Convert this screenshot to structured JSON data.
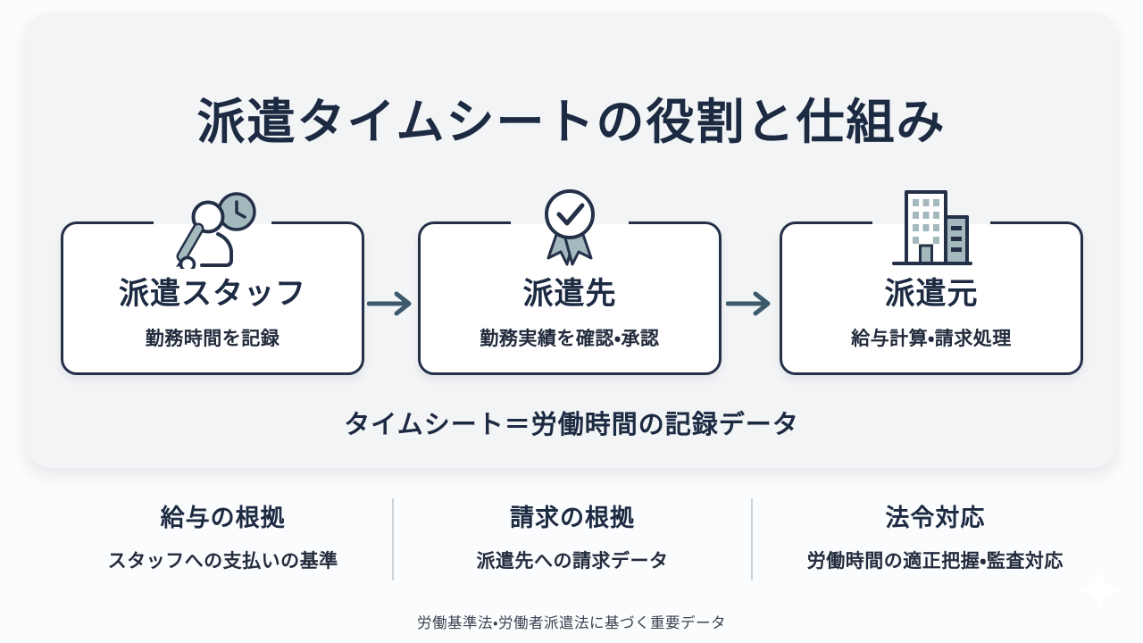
{
  "title": "派遣タイムシートの役割と仕組み",
  "flow": {
    "steps": [
      {
        "icon": "staff-writing-icon",
        "label": "派遣スタッフ",
        "description": "勤務時間を記録"
      },
      {
        "icon": "approval-badge-icon",
        "label": "派遣先",
        "description": "勤務実績を確認・承認"
      },
      {
        "icon": "buildings-icon",
        "label": "派遣元",
        "description": "給与計算・請求処理"
      }
    ],
    "arrow_icon": "right-arrow-icon"
  },
  "tagline": "タイムシート＝労働時間の記録データ",
  "benefits": [
    {
      "heading": "給与の根拠",
      "description": "スタッフへの支払いの基準"
    },
    {
      "heading": "請求の根拠",
      "description": "派遣先への請求データ"
    },
    {
      "heading": "法令対応",
      "description": "労働時間の適正把握・監査対応"
    }
  ],
  "footnote": "労働基準法・労働者派遣法に基づく重要データ",
  "colors": {
    "navy": "#1c2a42",
    "box_border": "#233048",
    "steel_arrow": "#3c5a6c",
    "sage_accent": "#a3b9bd",
    "card_background": "#f2f4f6",
    "page_background": "#fbfcfd",
    "divider": "#ccd1d9"
  }
}
